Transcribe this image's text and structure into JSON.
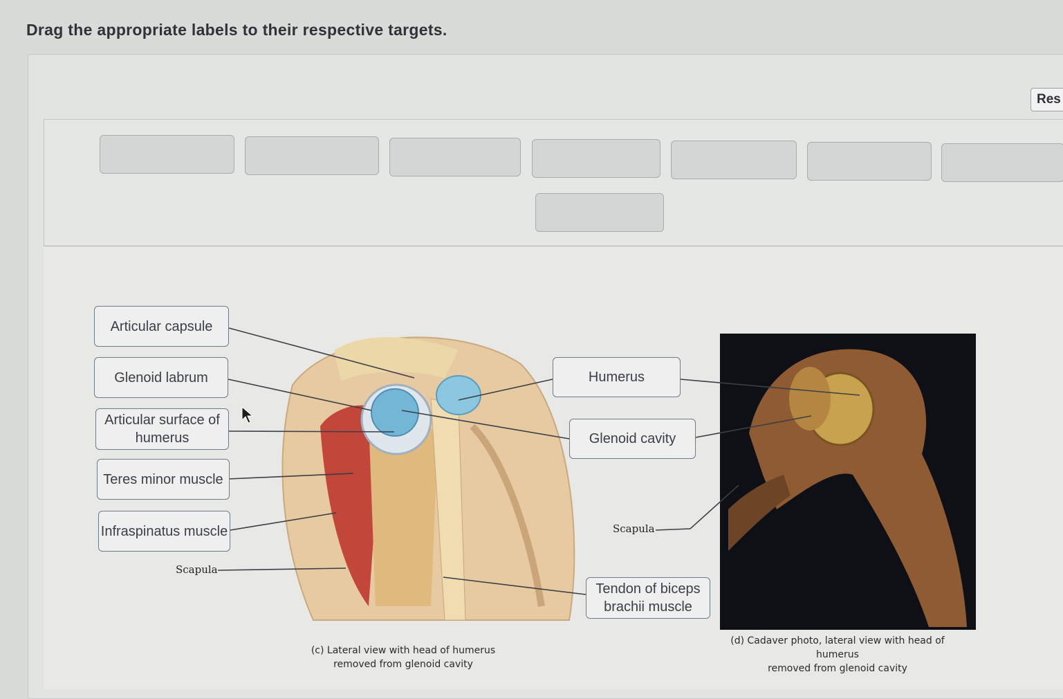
{
  "instruction": "Drag the appropriate labels to their respective targets.",
  "toolbar": {
    "reset_label": "Res"
  },
  "label_bank": {
    "tile_count": 8,
    "tiles": [
      "",
      "",
      "",
      "",
      "",
      "",
      "",
      ""
    ]
  },
  "figure_c": {
    "labels": {
      "articular_capsule": "Articular capsule",
      "glenoid_labrum": "Glenoid labrum",
      "articular_surface": "Articular surface of humerus",
      "teres_minor": "Teres minor muscle",
      "infraspinatus": "Infraspinatus muscle",
      "scapula": "Scapula",
      "humerus": "Humerus",
      "glenoid_cavity": "Glenoid cavity",
      "tendon_biceps": "Tendon of biceps brachii muscle"
    },
    "caption_line1": "(c) Lateral view with head of humerus",
    "caption_line2": "removed from glenoid cavity"
  },
  "figure_d": {
    "scapula_label": "Scapula",
    "caption_line1": "(d) Cadaver photo, lateral view with head of humerus",
    "caption_line2": "removed from glenoid cavity"
  },
  "icons": {
    "cursor": "arrow-pointer-icon"
  }
}
